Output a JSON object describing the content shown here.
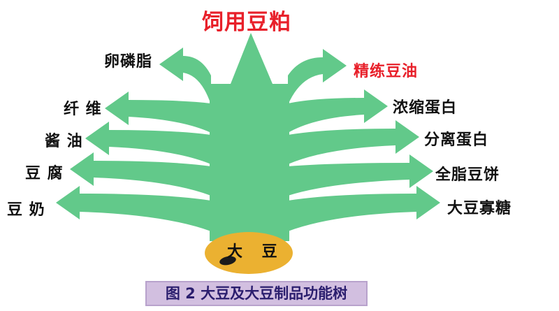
{
  "title": "饲用豆粕",
  "root": "大 豆",
  "caption": "图 2   大豆及大豆制品功能树",
  "colors": {
    "arrow": "#62c98a",
    "root": "#ebb131",
    "title": "#e8202a",
    "highlight": "#e8202a",
    "label": "#111111",
    "caption_bg": "#d2bfe0",
    "caption_text": "#2b1e6e",
    "bean": "#1b1b1b"
  },
  "left_branches": [
    {
      "label": "卵磷脂"
    },
    {
      "label": "纤 维"
    },
    {
      "label": "酱 油"
    },
    {
      "label": "豆 腐"
    },
    {
      "label": "豆 奶"
    }
  ],
  "right_branches": [
    {
      "label": "精练豆油",
      "highlight": true
    },
    {
      "label": "浓缩蛋白"
    },
    {
      "label": "分离蛋白"
    },
    {
      "label": "全脂豆饼"
    },
    {
      "label": "大豆寡糖"
    }
  ]
}
